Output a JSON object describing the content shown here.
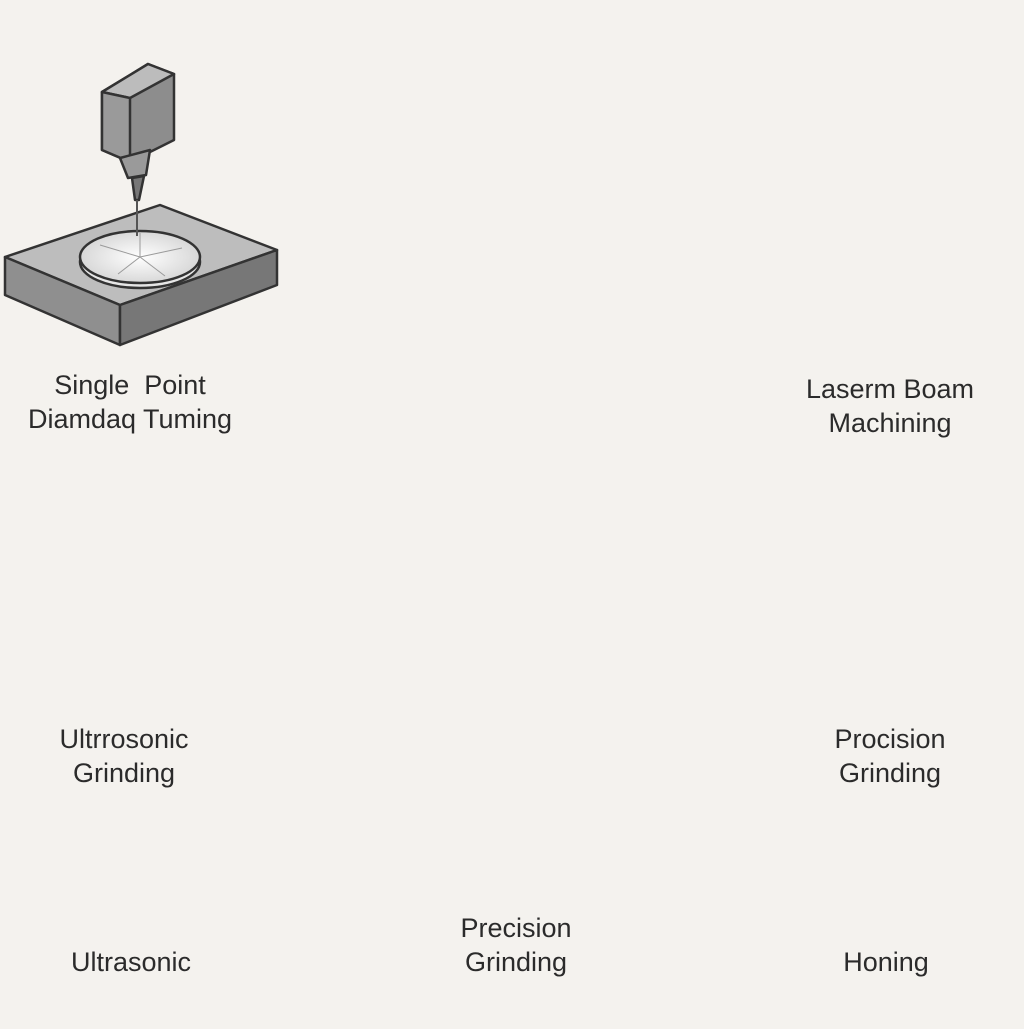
{
  "background": "#f4f2ee",
  "ink": "#2b2b2b",
  "shades": {
    "light": "#cfcfcf",
    "mid": "#a9a9a9",
    "dark": "#6e6e6e",
    "darker": "#555555"
  },
  "processes": [
    {
      "id": "single-point-diamond-turning",
      "icon": "diamond-turning-icon",
      "lines": [
        "Single  Point",
        "Diamdaq Tuming"
      ]
    },
    {
      "id": "laser-beam-machining",
      "icon": "laser-beam-icon",
      "lines": [
        "Laserm Boam",
        "Machining"
      ]
    },
    {
      "id": "ultrasonic-grinding",
      "icon": "ultrasonic-grinding-icon",
      "lines": [
        "Ultrrosonic",
        "Grinding"
      ]
    },
    {
      "id": "precision-grinding-right",
      "icon": "precision-grinding-icon",
      "lines": [
        "Procision",
        "Grinding"
      ]
    },
    {
      "id": "ultrasonic",
      "icon": "ultrasonic-icon",
      "lines": [
        "Ultrasonic"
      ]
    },
    {
      "id": "precision-grinding-center",
      "icon": "precision-grinding-center-icon",
      "lines": [
        "Precision",
        "Grinding"
      ]
    },
    {
      "id": "honing",
      "icon": "honing-icon",
      "lines": [
        "Honing"
      ]
    }
  ],
  "centerpiece": {
    "icon": "turbine-fan-icon"
  }
}
